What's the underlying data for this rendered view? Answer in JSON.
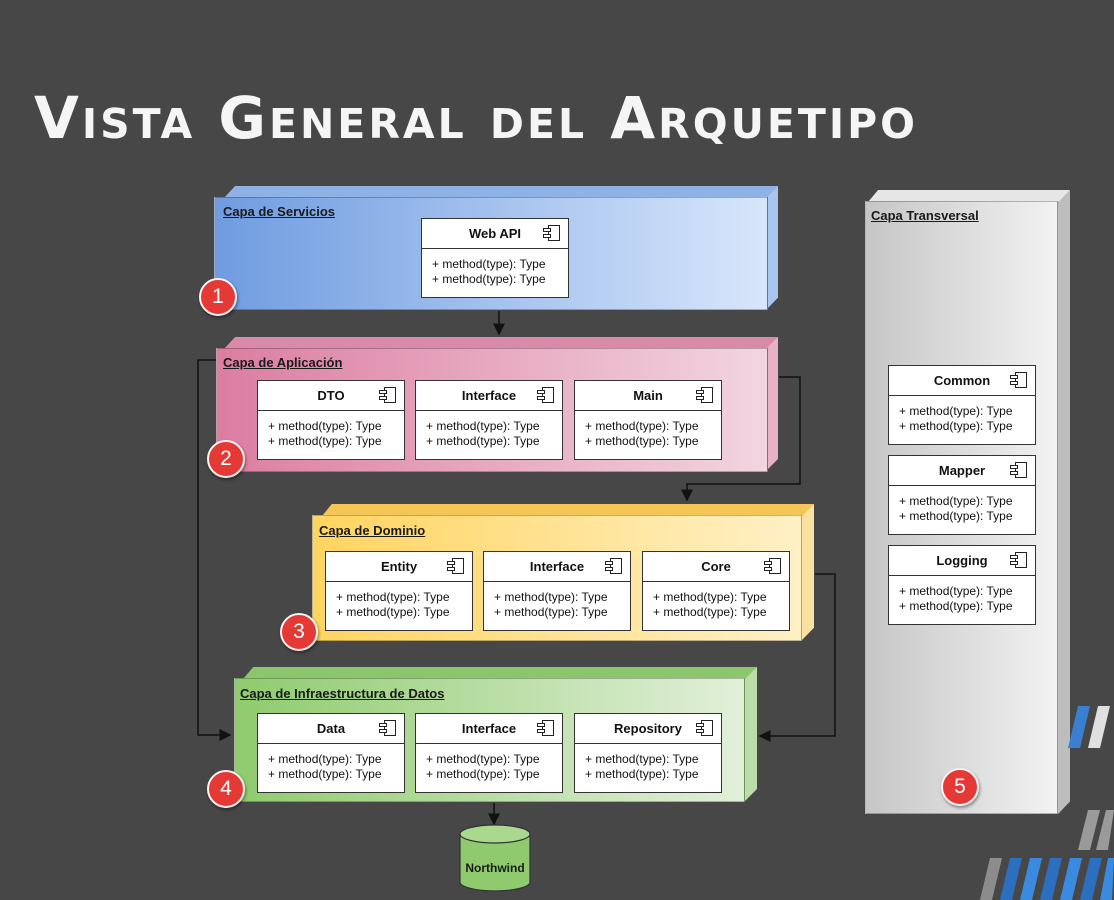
{
  "title": "Vista General del Arquetipo",
  "layers": {
    "servicios": {
      "name": "Capa de Servicios",
      "number": "1"
    },
    "aplicacion": {
      "name": "Capa de Aplicación",
      "number": "2"
    },
    "dominio": {
      "name": "Capa de Dominio",
      "number": "3"
    },
    "infraestructura": {
      "name": "Capa de Infraestructura de Datos",
      "number": "4"
    },
    "transversal": {
      "name": "Capa Transversal",
      "number": "5"
    }
  },
  "components": {
    "webapi": {
      "name": "Web API",
      "m1": "+ method(type): Type",
      "m2": "+ method(type): Type"
    },
    "dto": {
      "name": "DTO",
      "m1": "+ method(type): Type",
      "m2": "+ method(type): Type"
    },
    "app_interface": {
      "name": "Interface",
      "m1": "+ method(type): Type",
      "m2": "+ method(type): Type"
    },
    "main": {
      "name": "Main",
      "m1": "+ method(type): Type",
      "m2": "+ method(type): Type"
    },
    "entity": {
      "name": "Entity",
      "m1": "+ method(type): Type",
      "m2": "+ method(type): Type"
    },
    "dom_interface": {
      "name": "Interface",
      "m1": "+ method(type): Type",
      "m2": "+ method(type): Type"
    },
    "core": {
      "name": "Core",
      "m1": "+ method(type): Type",
      "m2": "+ method(type): Type"
    },
    "data": {
      "name": "Data",
      "m1": "+ method(type): Type",
      "m2": "+ method(type): Type"
    },
    "infra_interface": {
      "name": "Interface",
      "m1": "+ method(type): Type",
      "m2": "+ method(type): Type"
    },
    "repository": {
      "name": "Repository",
      "m1": "+ method(type): Type",
      "m2": "+ method(type): Type"
    },
    "common": {
      "name": "Common",
      "m1": "+ method(type): Type",
      "m2": "+ method(type): Type"
    },
    "mapper": {
      "name": "Mapper",
      "m1": "+ method(type): Type",
      "m2": "+ method(type): Type"
    },
    "logging": {
      "name": "Logging",
      "m1": "+ method(type): Type",
      "m2": "+ method(type): Type"
    }
  },
  "database": {
    "name": "Northwind"
  },
  "colors": {
    "background": "#474747",
    "servicios": "#7ea6e0",
    "aplicacion": "#de8fae",
    "dominio": "#ffd966",
    "infraestructura": "#97d077",
    "transversal": "#d9d9d9",
    "badge": "#e53935"
  }
}
